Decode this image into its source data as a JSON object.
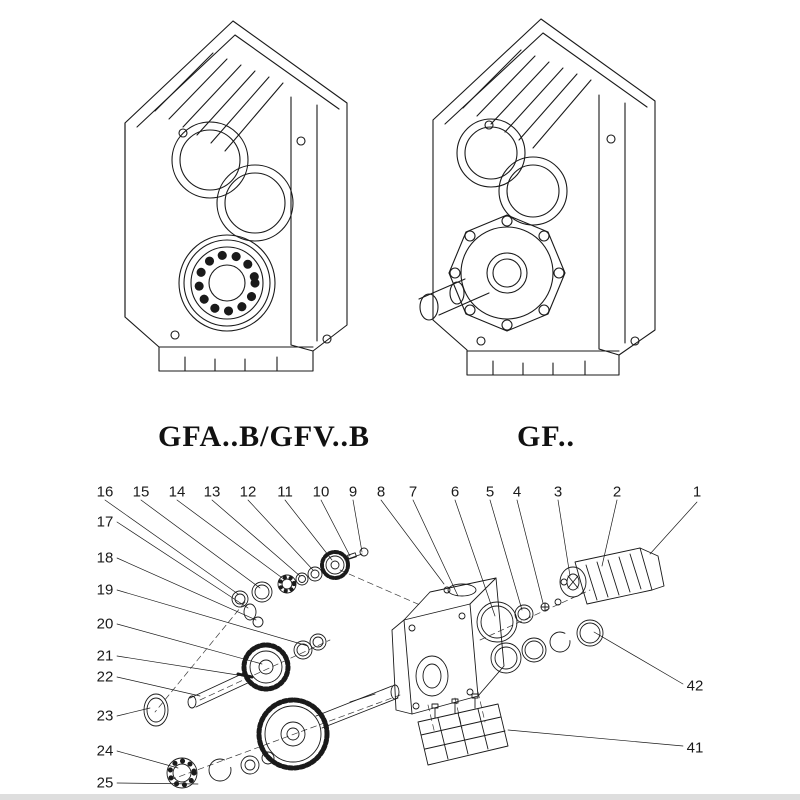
{
  "colors": {
    "ink": "#1a1a1a",
    "background": "#ffffff"
  },
  "models": [
    {
      "label": "GFA..B/GFV..B"
    },
    {
      "label": "GF.."
    }
  ],
  "exploded": {
    "top_numbers": [
      "16",
      "15",
      "14",
      "13",
      "12",
      "11",
      "10",
      "9",
      "8",
      "7",
      "6",
      "5",
      "4",
      "3",
      "2",
      "1"
    ],
    "left_numbers": [
      "17",
      "18",
      "19",
      "20",
      "21",
      "22",
      "23",
      "24",
      "25"
    ],
    "right_numbers": [
      "42",
      "41"
    ]
  }
}
